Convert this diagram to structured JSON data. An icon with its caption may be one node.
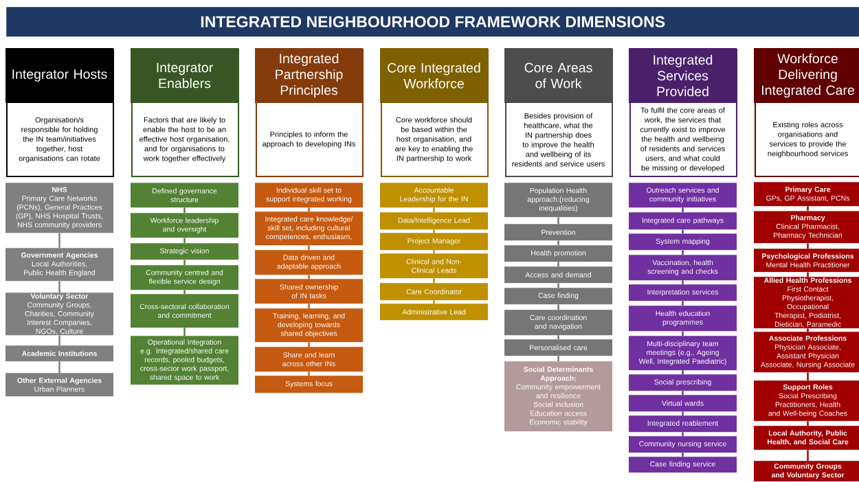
{
  "diagram": {
    "title": "INTEGRATED NEIGHBOURHOOD FRAMEWORK DIMENSIONS",
    "nodes": [
      {
        "text": [
          "Integrator Hosts",
          "Organisation/s responsible for holding the IN team/initiatives together, host organisations can rotate"
        ]
      },
      {
        "text": [
          "NHS",
          "Primary Care Networks (PCNs), General Practices (GP), NHS Hospital Trusts, NHS community providers"
        ]
      },
      {
        "text": [
          "Government Agencies",
          "Local Authorities, Public Health England"
        ]
      },
      {
        "text": [
          "Voluntary Sector",
          "Community Groups, Charities, Community Interest Companies, NGOs, Culture"
        ]
      },
      {
        "text": [
          "Academic Institutions"
        ]
      },
      {
        "text": [
          "Other External Agencies",
          "Urban Planners"
        ]
      },
      {
        "text": [
          "Integrator Enablers",
          "Factors that are likely to enable the host to be an effective host organisation, and for organisations to work together effectively"
        ]
      },
      {
        "text": [
          "Defined governance structure"
        ]
      },
      {
        "text": [
          "Workforce leadership and oversight"
        ]
      },
      {
        "text": [
          "Strategic vision"
        ]
      },
      {
        "text": [
          "Community centred and flexible service design"
        ]
      },
      {
        "text": [
          "Cross-sectoral collaboration and commitment"
        ]
      },
      {
        "text": [
          "Operational Integration",
          "e.g. Integrated/shared care records, pooled budgets, cross-sector work passport, shared space to work"
        ]
      },
      {
        "text": [
          "Integrated Partnership Principles",
          "Principles to inform the approach to developing INs"
        ]
      },
      {
        "text": [
          "Individual skill set to support integrated working"
        ]
      },
      {
        "text": [
          "Integrated care knowledge/ skill set, including cultural competences, enthusiasm,"
        ]
      },
      {
        "text": [
          "Data driven and adaptable approach"
        ]
      },
      {
        "text": [
          "Shared ownership of IN tasks"
        ]
      },
      {
        "text": [
          "Training, learning, and developing towards shared objectives"
        ]
      },
      {
        "text": [
          "Share and learn across other INs"
        ]
      },
      {
        "text": [
          "Systems focus"
        ]
      },
      {
        "text": [
          "Core Integrated Workforce",
          "Core workforce should be based within the host organisation, and are key to enabling the IN partnership to work"
        ]
      },
      {
        "text": [
          "Accountable Leadership for the IN"
        ]
      },
      {
        "text": [
          "Data/Intelligence Lead"
        ]
      },
      {
        "text": [
          "Project Manager"
        ]
      },
      {
        "text": [
          "Clinical and Non-Clinical Leads"
        ]
      },
      {
        "text": [
          "Care Coordinator"
        ]
      },
      {
        "text": [
          "Administrative Lead"
        ]
      },
      {
        "text": [
          "Core Areas of Work",
          "Besides provision of healthcare, what the IN partnership does to improve the health and wellbeing of its residents and service users"
        ]
      },
      {
        "text": [
          "Population Health approach:(reducing inequalities)"
        ]
      },
      {
        "text": [
          "Prevention"
        ]
      },
      {
        "text": [
          "Health promotion"
        ]
      },
      {
        "text": [
          "Access and demand"
        ]
      },
      {
        "text": [
          "Case finding"
        ]
      },
      {
        "text": [
          "Care coordination and navigation"
        ]
      },
      {
        "text": [
          "Personalised care"
        ]
      },
      {
        "text": [
          "Social Determinants Approach:",
          "Community empowerment and resilience",
          "Social inclusion",
          "Education access",
          "Economic stability"
        ]
      },
      {
        "text": [
          "Integrated Services Provided",
          "To fulfil the core areas of work, the services that currently exist to improve the health and wellbeing of residents and services users, and what could be missing or developed"
        ]
      },
      {
        "text": [
          "Outreach services and community initiatives"
        ]
      },
      {
        "text": [
          "Integrated care pathways"
        ]
      },
      {
        "text": [
          "System mapping"
        ]
      },
      {
        "text": [
          "Vaccination, health screening and checks"
        ]
      },
      {
        "text": [
          "Interpretation services"
        ]
      },
      {
        "text": [
          "Health education programmes"
        ]
      },
      {
        "text": [
          "Multi-disciplinary team meetings (e.g., Ageing Well, Integrated Paediatric)"
        ]
      },
      {
        "text": [
          "Social prescribing"
        ]
      },
      {
        "text": [
          "Virtual wards"
        ]
      },
      {
        "text": [
          "Integrated reablement"
        ]
      },
      {
        "text": [
          "Community nursing service"
        ]
      },
      {
        "text": [
          "Case finding service"
        ]
      },
      {
        "text": [
          "Workforce Delivering Integrated Care",
          "Existing roles across organisations and services to provide the neighbourhood services"
        ]
      },
      {
        "text": [
          "Primary Care",
          "GPs, GP Assistant, PCNs"
        ]
      },
      {
        "text": [
          "Pharmacy",
          "Clinical Pharmacist, Pharmacy Technician"
        ]
      },
      {
        "text": [
          "Psychological Professions",
          "Mental Health Practitioner"
        ]
      },
      {
        "text": [
          "Allied Health Professions",
          "First Contact Physiotherapist, Occupational Therapist, Podiatrist, Dietician, Paramedic"
        ]
      },
      {
        "text": [
          "Associate Professions",
          "Physician Associate, Assistant Physician Associate, Nursing Associate"
        ]
      },
      {
        "text": [
          "Support Roles",
          "Social Prescribing Practitioners, Health and Well-being Coaches"
        ]
      },
      {
        "text": [
          "Local Authority, Public Health, and Social Care"
        ]
      },
      {
        "text": [
          "Community Groups and Voluntary Sector"
        ]
      }
    ],
    "edges": [
      {
        "from": 1,
        "to": 2,
        "arrow": "none",
        "color": "#808080"
      },
      {
        "from": 2,
        "to": 3,
        "arrow": "none",
        "color": "#808080"
      },
      {
        "from": 3,
        "to": 4,
        "arrow": "none",
        "color": "#808080"
      },
      {
        "from": 4,
        "to": 5,
        "arrow": "none",
        "color": "#808080"
      },
      {
        "from": 7,
        "to": 8,
        "arrow": "none",
        "color": "#548235"
      },
      {
        "from": 8,
        "to": 9,
        "arrow": "none",
        "color": "#548235"
      },
      {
        "from": 9,
        "to": 10,
        "arrow": "none",
        "color": "#548235"
      },
      {
        "from": 10,
        "to": 11,
        "arrow": "none",
        "color": "#548235"
      },
      {
        "from": 11,
        "to": 12,
        "arrow": "none",
        "color": "#548235"
      },
      {
        "from": 14,
        "to": 15,
        "arrow": "none",
        "color": "#c55a11"
      },
      {
        "from": 15,
        "to": 16,
        "arrow": "none",
        "color": "#c55a11"
      },
      {
        "from": 16,
        "to": 17,
        "arrow": "none",
        "color": "#c55a11"
      },
      {
        "from": 17,
        "to": 18,
        "arrow": "none",
        "color": "#c55a11"
      },
      {
        "from": 18,
        "to": 19,
        "arrow": "none",
        "color": "#c55a11"
      },
      {
        "from": 19,
        "to": 20,
        "arrow": "none",
        "color": "#c55a11"
      },
      {
        "from": 22,
        "to": 23,
        "arrow": "none",
        "color": "#bf9000"
      },
      {
        "from": 23,
        "to": 24,
        "arrow": "none",
        "color": "#bf9000"
      },
      {
        "from": 24,
        "to": 25,
        "arrow": "none",
        "color": "#bf9000"
      },
      {
        "from": 25,
        "to": 26,
        "arrow": "none",
        "color": "#bf9000"
      },
      {
        "from": 26,
        "to": 27,
        "arrow": "none",
        "color": "#bf9000"
      },
      {
        "from": 29,
        "to": 30,
        "arrow": "none",
        "color": "#767676"
      },
      {
        "from": 30,
        "to": 31,
        "arrow": "none",
        "color": "#767676"
      },
      {
        "from": 31,
        "to": 32,
        "arrow": "none",
        "color": "#767676"
      },
      {
        "from": 32,
        "to": 33,
        "arrow": "none",
        "color": "#767676"
      },
      {
        "from": 33,
        "to": 34,
        "arrow": "none",
        "color": "#767676"
      },
      {
        "from": 34,
        "to": 35,
        "arrow": "none",
        "color": "#767676"
      },
      {
        "from": 35,
        "to": 36,
        "arrow": "none",
        "color": "#767676"
      },
      {
        "from": 38,
        "to": 39,
        "arrow": "none",
        "color": "#7030a0"
      },
      {
        "from": 39,
        "to": 40,
        "arrow": "none",
        "color": "#7030a0"
      },
      {
        "from": 40,
        "to": 41,
        "arrow": "none",
        "color": "#7030a0"
      },
      {
        "from": 41,
        "to": 42,
        "arrow": "none",
        "color": "#7030a0"
      },
      {
        "from": 42,
        "to": 43,
        "arrow": "none",
        "color": "#7030a0"
      },
      {
        "from": 43,
        "to": 44,
        "arrow": "none",
        "color": "#7030a0"
      },
      {
        "from": 44,
        "to": 45,
        "arrow": "none",
        "color": "#7030a0"
      },
      {
        "from": 45,
        "to": 46,
        "arrow": "none",
        "color": "#7030a0"
      },
      {
        "from": 46,
        "to": 47,
        "arrow": "none",
        "color": "#7030a0"
      },
      {
        "from": 47,
        "to": 48,
        "arrow": "none",
        "color": "#7030a0"
      },
      {
        "from": 48,
        "to": 49,
        "arrow": "none",
        "color": "#7030a0"
      },
      {
        "from": 51,
        "to": 52,
        "arrow": "none",
        "color": "#a00000"
      },
      {
        "from": 52,
        "to": 53,
        "arrow": "none",
        "color": "#a00000"
      },
      {
        "from": 53,
        "to": 54,
        "arrow": "none",
        "color": "#a00000"
      },
      {
        "from": 54,
        "to": 55,
        "arrow": "none",
        "color": "#a00000"
      },
      {
        "from": 55,
        "to": 56,
        "arrow": "none",
        "color": "#a00000"
      },
      {
        "from": 56,
        "to": 57,
        "arrow": "none",
        "color": "#a00000"
      },
      {
        "from": 57,
        "to": 58,
        "arrow": "none",
        "color": "#a00000"
      }
    ]
  }
}
